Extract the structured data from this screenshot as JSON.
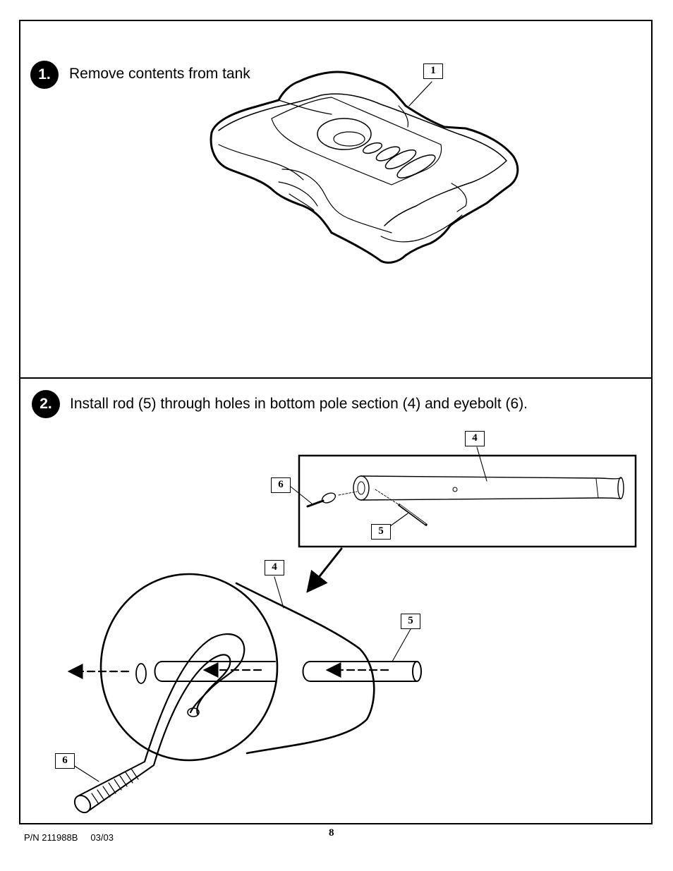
{
  "steps": [
    {
      "number": "1.",
      "text": "Remove contents from tank"
    },
    {
      "number": "2.",
      "text": "Install rod (5) through holes in bottom pole section (4) and eyebolt (6)."
    }
  ],
  "callouts": {
    "tank": "1",
    "detail_pole": "4",
    "detail_eyebolt": "6",
    "detail_rod": "5",
    "main_pole": "4",
    "main_rod": "5",
    "main_eyebolt": "6"
  },
  "footer": {
    "part_number": "P/N 211988B     03/03",
    "page_number": "8"
  }
}
